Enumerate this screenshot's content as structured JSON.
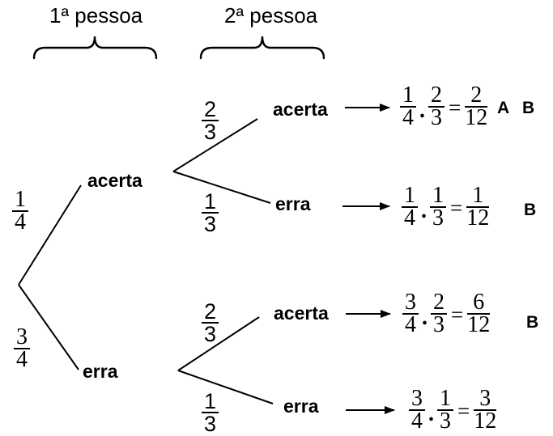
{
  "headers": {
    "first_person": "1ª pessoa",
    "second_person": "2ª pessoa"
  },
  "tree": {
    "first_level": {
      "acerta_branch": {
        "probability": {
          "num": "1",
          "den": "4"
        },
        "label": "acerta"
      },
      "erra_branch": {
        "probability": {
          "num": "3",
          "den": "4"
        },
        "label": "erra"
      }
    },
    "second_level_after_acerta": {
      "acerta_branch": {
        "probability": {
          "num": "2",
          "den": "3"
        },
        "label": "acerta"
      },
      "erra_branch": {
        "probability": {
          "num": "1",
          "den": "3"
        },
        "label": "erra"
      }
    },
    "second_level_after_erra": {
      "acerta_branch": {
        "probability": {
          "num": "2",
          "den": "3"
        },
        "label": "acerta"
      },
      "erra_branch": {
        "probability": {
          "num": "1",
          "den": "3"
        },
        "label": "erra"
      }
    }
  },
  "operators": {
    "multiply_dot": ".",
    "equals": "="
  },
  "outcomes": [
    {
      "factor1": {
        "num": "1",
        "den": "4"
      },
      "factor2": {
        "num": "2",
        "den": "3"
      },
      "result": {
        "num": "2",
        "den": "12"
      },
      "letter_a": "A",
      "letter_b": "B"
    },
    {
      "factor1": {
        "num": "1",
        "den": "4"
      },
      "factor2": {
        "num": "1",
        "den": "3"
      },
      "result": {
        "num": "1",
        "den": "12"
      },
      "letter_a": "",
      "letter_b": "B"
    },
    {
      "factor1": {
        "num": "3",
        "den": "4"
      },
      "factor2": {
        "num": "2",
        "den": "3"
      },
      "result": {
        "num": "6",
        "den": "12"
      },
      "letter_a": "",
      "letter_b": "B"
    },
    {
      "factor1": {
        "num": "3",
        "den": "4"
      },
      "factor2": {
        "num": "1",
        "den": "3"
      },
      "result": {
        "num": "3",
        "den": "12"
      },
      "letter_a": "",
      "letter_b": ""
    }
  ],
  "colors": {
    "ink": "#000000",
    "background": "#ffffff"
  }
}
